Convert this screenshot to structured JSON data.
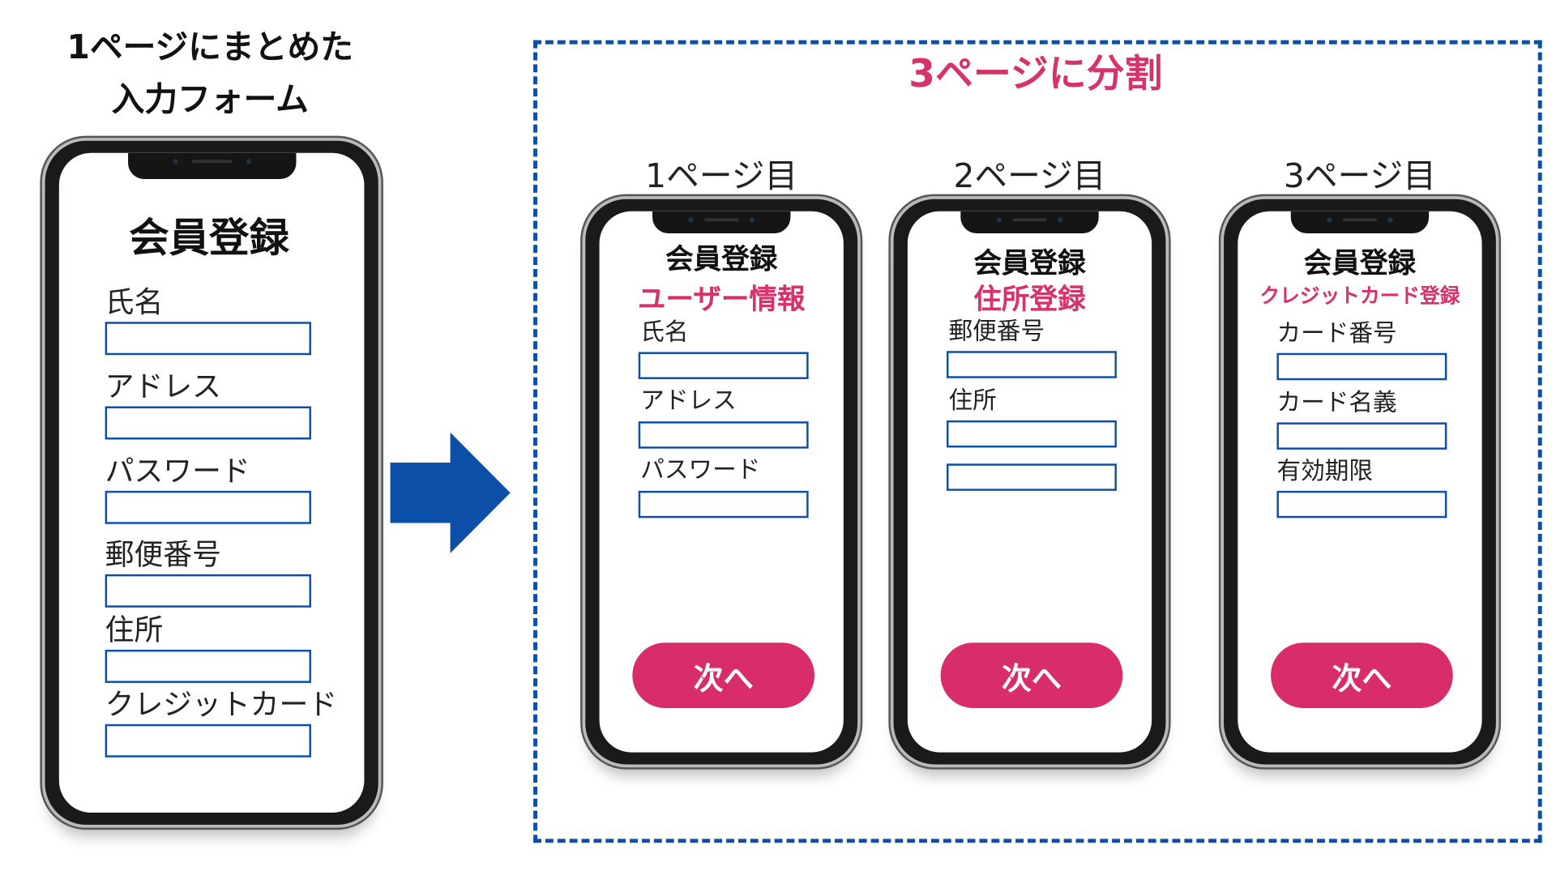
{
  "left": {
    "title_line1": "1ページにまとめた",
    "title_line2": "入力フォーム",
    "form_title": "会員登録",
    "fields": [
      "氏名",
      "アドレス",
      "パスワード",
      "郵便番号",
      "住所",
      "クレジットカード"
    ]
  },
  "right": {
    "title": "3ページに分割",
    "pages": [
      {
        "label": "1ページ目",
        "form_title": "会員登録",
        "subtitle": "ユーザー情報",
        "fields": [
          "氏名",
          "アドレス",
          "パスワード"
        ],
        "button": "次へ"
      },
      {
        "label": "2ページ目",
        "form_title": "会員登録",
        "subtitle": "住所登録",
        "fields": [
          "郵便番号",
          "住所",
          ""
        ],
        "button": "次へ"
      },
      {
        "label": "3ページ目",
        "form_title": "会員登録",
        "subtitle": "クレジットカード登録",
        "fields": [
          "カード番号",
          "カード名義",
          "有効期限"
        ],
        "button": "次へ"
      }
    ]
  },
  "colors": {
    "accent_pink": "#d6336c",
    "button_pink": "#d92c6b",
    "blue": "#0b4fa6"
  }
}
